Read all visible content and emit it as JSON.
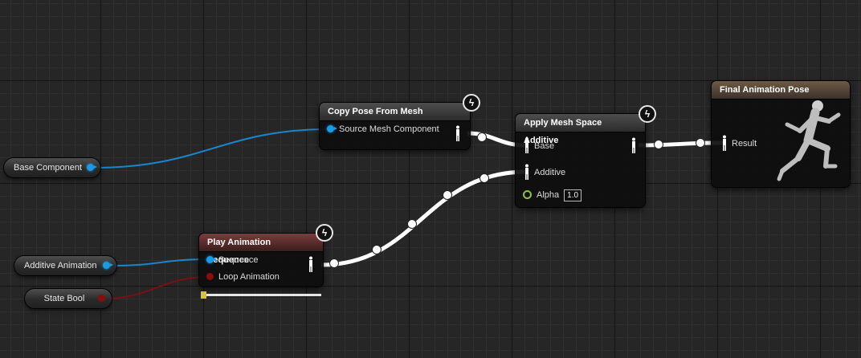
{
  "variables": {
    "base_component": "Base Component",
    "additive_animation": "Additive Animation",
    "state_bool": "State Bool"
  },
  "copy_pose_node": {
    "title": "Copy Pose From Mesh",
    "input_label": "Source Mesh Component"
  },
  "play_anim_node": {
    "title": "Play Animation Sequence",
    "sequence_label": "Sequence",
    "loop_label": "Loop Animation"
  },
  "apply_additive_node": {
    "title": "Apply Mesh Space Additive",
    "base_label": "Base",
    "additive_label": "Additive",
    "alpha_label": "Alpha",
    "alpha_value": "1.0"
  },
  "final_pose_node": {
    "title": "Final Animation Pose",
    "result_label": "Result"
  },
  "icons": {
    "lightning": "lightning-icon",
    "pose": "pose-pin-icon",
    "mannequin": "mannequin-icon"
  },
  "colors": {
    "object_pin": "#1a9be6",
    "bool_pin": "#8a0d0d",
    "float_pin": "#8ac43a",
    "pose_wire": "#ffffff",
    "play_anim_header": "#7d3b3b",
    "final_pose_header": "#6e5a45"
  }
}
